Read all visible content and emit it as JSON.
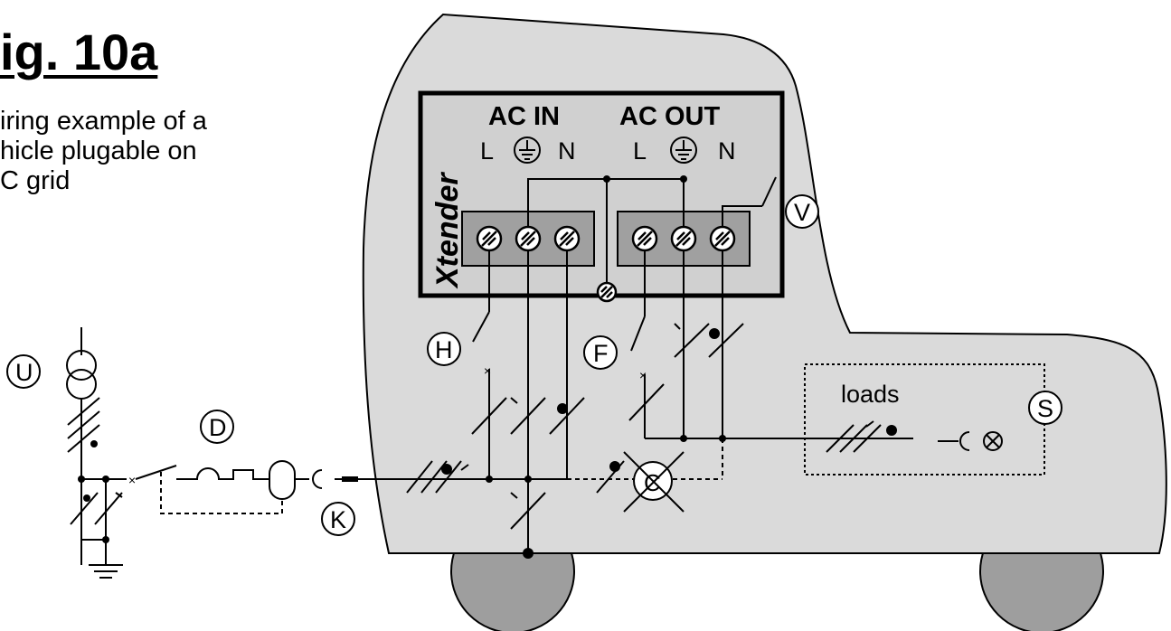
{
  "figure": {
    "title": "ig. 10a",
    "description_lines": [
      "iring example of a",
      "hicle plugable on",
      "C grid"
    ]
  },
  "inverter": {
    "brand": "Xtender",
    "ac_in_label": "AC IN",
    "ac_out_label": "AC OUT",
    "ac_in_terminals": [
      "L",
      "N"
    ],
    "ac_out_terminals": [
      "L",
      "N"
    ]
  },
  "markers": {
    "U": "U",
    "D": "D",
    "K": "K",
    "H": "H",
    "F": "F",
    "V": "V",
    "C": "C",
    "S": "S"
  },
  "loads_label": "loads",
  "colors": {
    "vehicle_fill": "#dadada",
    "inverter_fill": "#d0d0d0",
    "wheel_fill": "#9e9e9e",
    "terminal_block_fill": "#a0a0a0"
  }
}
